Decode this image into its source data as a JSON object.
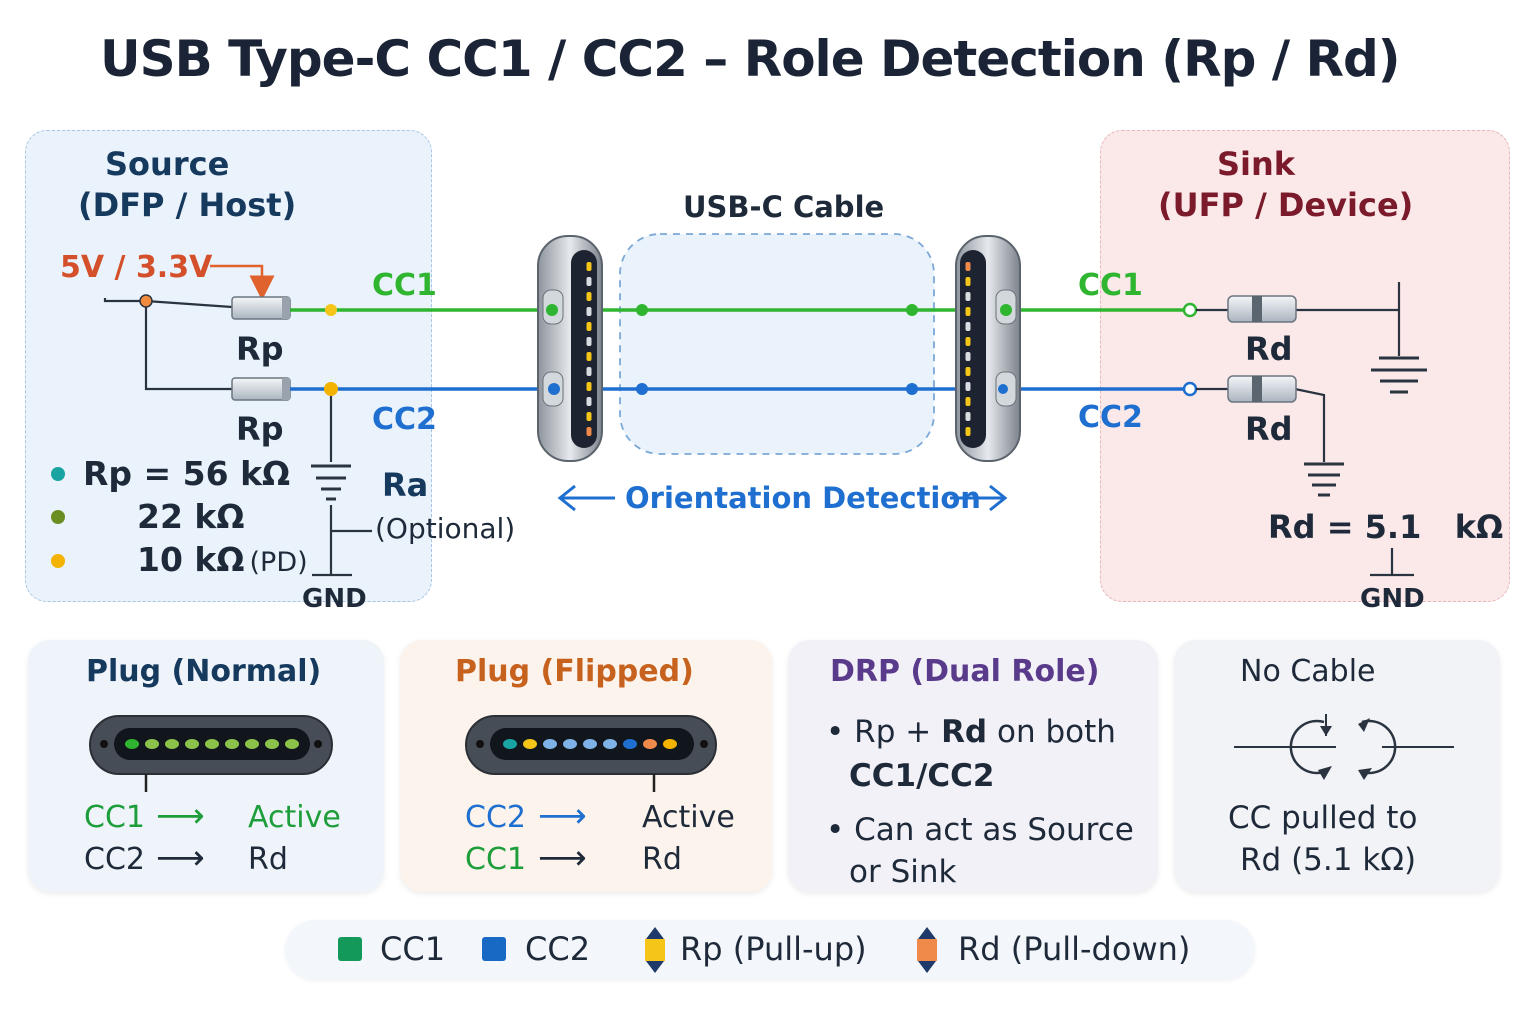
{
  "title": "USB Type-C CC1 / CC2 – Role Detection (Rp / Rd)",
  "source": {
    "title": "Source",
    "subtitle": "(DFP / Host)",
    "voltage": "5V / 3.3V",
    "rp_label_1": "Rp",
    "rp_label_2": "Rp",
    "cc1": "CC1",
    "cc2": "CC2",
    "ra": "Ra",
    "ra_note": "(Optional)",
    "gnd": "GND",
    "rp_values": [
      {
        "text": "Rp = 56 kΩ",
        "color": "#1aa3a3"
      },
      {
        "text": "22 kΩ",
        "color": "#6b8e23"
      },
      {
        "text": "10 kΩ",
        "suffix": "(PD)",
        "color": "#f5b301"
      }
    ]
  },
  "cable": {
    "title": "USB-C Cable",
    "orientation": "Orientation Detection"
  },
  "sink": {
    "title": "Sink",
    "subtitle": "(UFP / Device)",
    "cc1": "CC1",
    "cc2": "CC2",
    "rd_label_1": "Rd",
    "rd_label_2": "Rd",
    "rd_value": "Rd = 5.1   kΩ",
    "gnd": "GND"
  },
  "cards": {
    "normal": {
      "title": "Plug (Normal)",
      "row1_left": "CC1",
      "row1_right": "Active",
      "row2_left": "CC2",
      "row2_right": "Rd"
    },
    "flipped": {
      "title": "Plug (Flipped)",
      "row1_left": "CC2",
      "row1_right": "Active",
      "row2_left": "CC1",
      "row2_right": "Rd"
    },
    "drp": {
      "title": "DRP (Dual Role)",
      "b1_plain1": "Rp + ",
      "b1_bold": "Rd",
      "b1_plain2": " on both",
      "b1_line2": "CC1/CC2",
      "b2_line1": "Can act as Source",
      "b2_line2": "or Sink"
    },
    "nocable": {
      "title": "No Cable",
      "line1": "CC pulled to",
      "line2": "Rd (5.1 kΩ)"
    }
  },
  "legend": {
    "cc1": "CC1",
    "cc2": "CC2",
    "rp": "Rp (Pull-up)",
    "rd": "Rd (Pull-down)"
  },
  "colors": {
    "cc1_line": "#2fb52f",
    "cc2_line": "#1f6fd0",
    "cc1_text_dark": "#1e9e3a",
    "cc2_text": "#1f6fd0",
    "source_heading": "#16395e",
    "sink_heading": "#7a1a2a",
    "voltage": "#d4502a",
    "legend_cc1": "#139a5b",
    "legend_cc2": "#1769c4",
    "rp_marker": "#f5c518",
    "rd_marker": "#f08a4b"
  }
}
